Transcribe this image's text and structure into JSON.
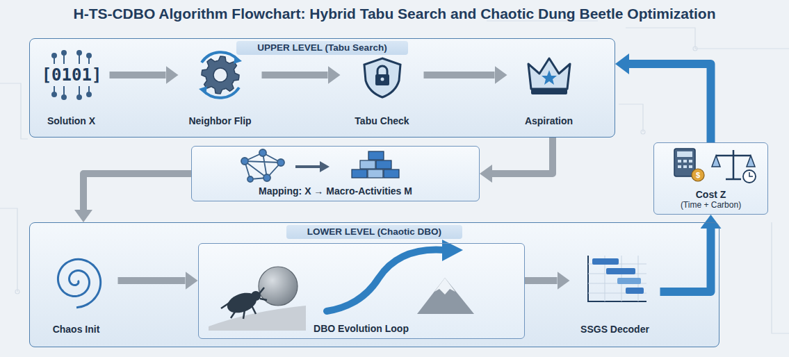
{
  "diagram": {
    "title": "H-TS-CDBO Algorithm Flowchart: Hybrid Tabu Search and Chaotic Dung Beetle Optimization",
    "nodes": [
      {
        "text": [
          "UPPER LEVEL (Tabu Search)"
        ]
      },
      {
        "text": [
          "Solution X"
        ],
        "in": 0
      },
      {
        "text": [
          "Neighbor Flip"
        ],
        "in": 0
      },
      {
        "text": [
          "Tabu Check"
        ],
        "in": 0
      },
      {
        "text": [
          "Aspiration"
        ],
        "in": 0
      },
      {
        "text": [
          "Mapping: X → Macro-Activities M"
        ]
      },
      {
        "text": [
          "LOWER LEVEL (Chaotic DBO)"
        ]
      },
      {
        "text": [
          "Chaos Init"
        ],
        "in": 6
      },
      {
        "text": [
          "DBO Evolution Loop"
        ],
        "in": 6
      },
      {
        "text": [
          "SSGS Decoder"
        ],
        "in": 6
      },
      {
        "text": [
          "Cost Z",
          "(Time + Carbon)"
        ]
      }
    ],
    "edges": [
      {
        "from": 1,
        "to": 2,
        "arrow": "to"
      },
      {
        "from": 2,
        "to": 3,
        "arrow": "to"
      },
      {
        "from": 3,
        "to": 4,
        "arrow": "to"
      },
      {
        "from": 0,
        "to": 5,
        "arrow": "to"
      },
      {
        "from": 5,
        "to": 6,
        "arrow": "to"
      },
      {
        "from": 7,
        "to": 8,
        "arrow": "to"
      },
      {
        "from": 8,
        "to": 9,
        "arrow": "to"
      },
      {
        "from": 9,
        "to": 10,
        "arrow": "to"
      },
      {
        "from": 10,
        "to": 0,
        "arrow": "to"
      }
    ],
    "labels": [
      "[0101]",
      "$"
    ]
  }
}
